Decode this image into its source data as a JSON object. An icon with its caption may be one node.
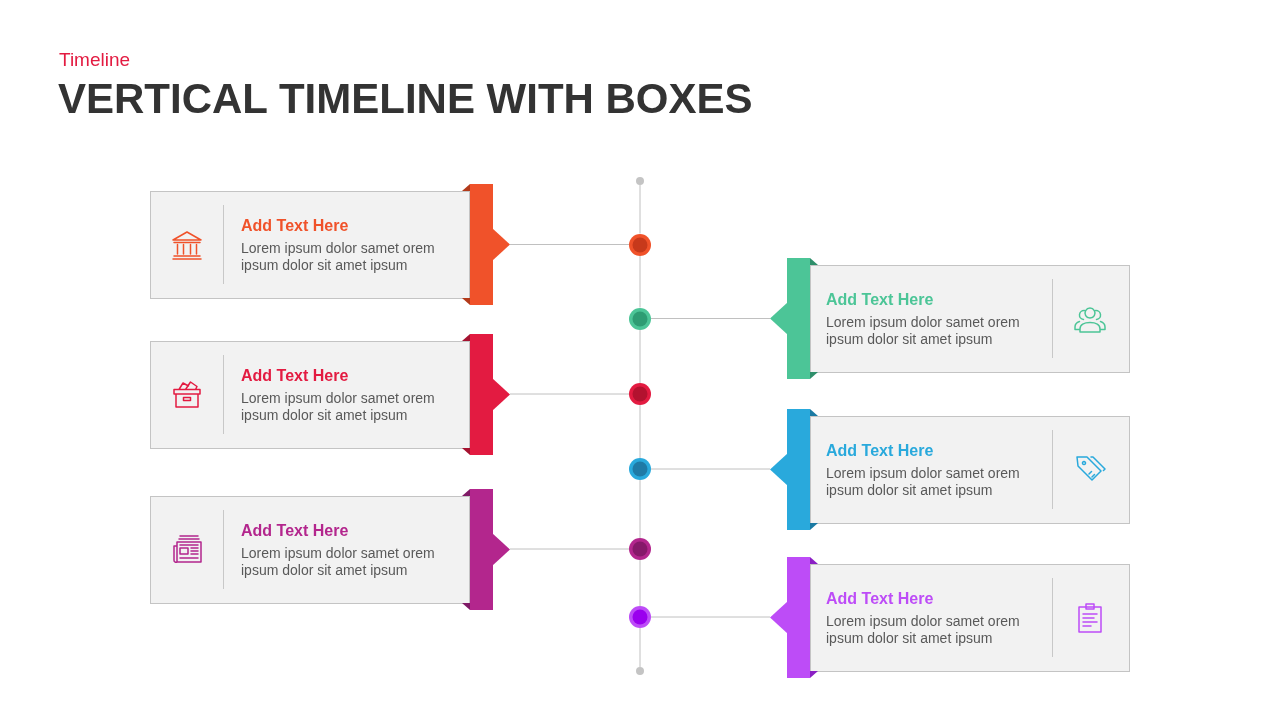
{
  "diagram": {
    "title": "VERTICAL TIMELINE WITH BOXES",
    "labels": [
      "Timeline"
    ],
    "nodes": [
      {
        "text": [],
        "shape": "circle"
      },
      {
        "text": [
          "Add Text Here",
          "Lorem ipsum dolor samet orem ipsum dolor sit amet ipsum"
        ]
      },
      {
        "text": [],
        "shape": "circle"
      },
      {
        "text": [
          "Add Text Here",
          "Lorem ipsum dolor samet orem ipsum dolor sit amet ipsum"
        ]
      },
      {
        "text": [],
        "shape": "circle"
      },
      {
        "text": [
          "Add Text Here",
          "Lorem ipsum dolor samet orem ipsum dolor sit amet ipsum"
        ]
      },
      {
        "text": [],
        "shape": "circle"
      },
      {
        "text": [
          "Add Text Here",
          "Lorem ipsum dolor samet orem ipsum dolor sit amet ipsum"
        ]
      },
      {
        "text": [],
        "shape": "circle"
      },
      {
        "text": [
          "Add Text Here",
          "Lorem ipsum dolor samet orem ipsum dolor sit amet ipsum"
        ]
      },
      {
        "text": [],
        "shape": "circle"
      },
      {
        "text": [
          "Add Text Here",
          "Lorem ipsum dolor samet orem ipsum dolor sit amet ipsum"
        ]
      },
      {
        "text": [],
        "shape": "circle"
      },
      {
        "text": [],
        "shape": "circle"
      }
    ],
    "edges": [
      {
        "from": 0,
        "to": 2,
        "arrow": "none"
      },
      {
        "from": 1,
        "to": 2,
        "arrow": "none"
      },
      {
        "from": 2,
        "to": 4,
        "arrow": "none"
      },
      {
        "from": 3,
        "to": 4,
        "arrow": "none"
      },
      {
        "from": 4,
        "to": 6,
        "arrow": "none"
      },
      {
        "from": 5,
        "to": 6,
        "arrow": "none"
      },
      {
        "from": 6,
        "to": 8,
        "arrow": "none"
      },
      {
        "from": 7,
        "to": 8,
        "arrow": "none"
      },
      {
        "from": 8,
        "to": 10,
        "arrow": "none"
      },
      {
        "from": 9,
        "to": 10,
        "arrow": "none"
      },
      {
        "from": 10,
        "to": 12,
        "arrow": "none"
      },
      {
        "from": 11,
        "to": 12,
        "arrow": "none"
      },
      {
        "from": 12,
        "to": 13,
        "arrow": "none"
      }
    ]
  }
}
